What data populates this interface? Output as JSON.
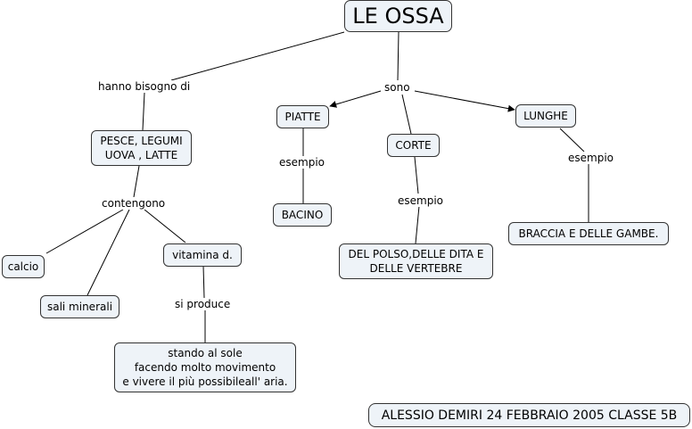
{
  "title": "LE OSSA",
  "nodes": {
    "piatte": "PIATTE",
    "corte": "CORTE",
    "lunghe": "LUNGHE",
    "pesce": "PESCE, LEGUMI\nUOVA , LATTE",
    "bacino": "BACINO",
    "polso": "DEL POLSO,DELLE DITA E\nDELLE VERTEBRE",
    "braccia": "BRACCIA E DELLE GAMBE.",
    "calcio": "calcio",
    "sali": "sali minerali",
    "vitamina": "vitamina d.",
    "sole": "stando al sole\nfacendo molto movimento\ne vivere il più possibileall' aria."
  },
  "links": {
    "hanno_bisogno": "hanno bisogno di",
    "sono": "sono",
    "esempio_piatte": "esempio",
    "esempio_corte": "esempio",
    "esempio_lunghe": "esempio",
    "contengono": "contengono",
    "si_produce": "si produce"
  },
  "footer": "ALESSIO DEMIRI 24 FEBBRAIO 2005 CLASSE 5B"
}
